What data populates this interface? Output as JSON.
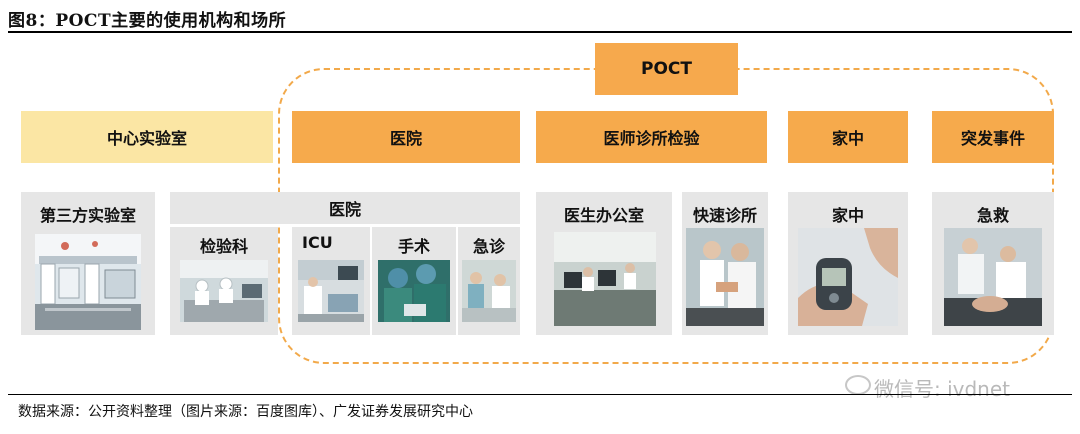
{
  "figure": {
    "title": "图8：POCT主要的使用机构和场所",
    "source_note": "数据来源：公开资料整理（图片来源：百度图库）、广发证券发展研究中心",
    "watermark": "微信号: ivdnet"
  },
  "diagram": {
    "poct_label": "POCT",
    "categories": [
      {
        "label": "中心实验室"
      },
      {
        "label": "医院"
      },
      {
        "label": "医师诊所检验"
      },
      {
        "label": "家中"
      },
      {
        "label": "突发事件"
      }
    ],
    "panels": {
      "third_party_lab": "第三方实验室",
      "hospital_header": "医院",
      "hospital_subs": [
        "检验科",
        "ICU",
        "手术",
        "急诊"
      ],
      "doctor_office": "医生办公室",
      "quick_clinic": "快速诊所",
      "home": "家中",
      "emergency": "急救"
    }
  },
  "colors": {
    "poct_orange": "#f6a94d",
    "light_yellow": "#fbe6a4",
    "panel_gray": "#e6e6e6",
    "dashed_border": "#f2a94a"
  }
}
